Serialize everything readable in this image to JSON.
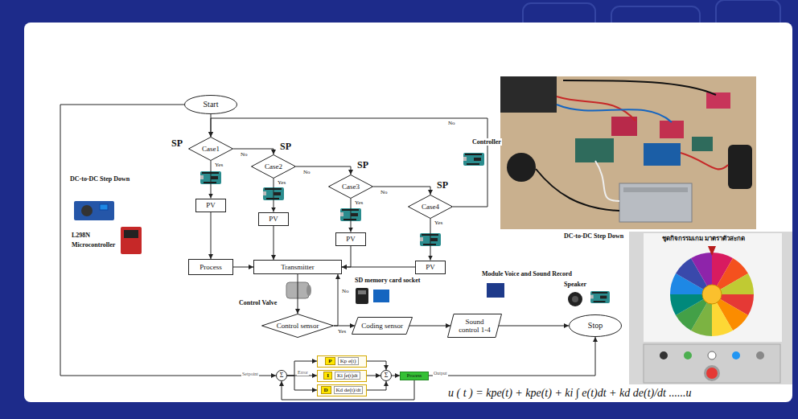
{
  "diagram": {
    "nodes": [
      {
        "text": [
          "Start"
        ]
      },
      {
        "text": [
          "Case1"
        ]
      },
      {
        "text": [
          "Case2"
        ]
      },
      {
        "text": [
          "Case3"
        ]
      },
      {
        "text": [
          "Case4"
        ]
      },
      {
        "text": [
          "PV"
        ]
      },
      {
        "text": [
          "PV"
        ]
      },
      {
        "text": [
          "PV"
        ]
      },
      {
        "text": [
          "PV"
        ]
      },
      {
        "text": [
          "Process"
        ]
      },
      {
        "text": [
          "Transmitter"
        ]
      },
      {
        "text": [
          "Control sensor"
        ]
      },
      {
        "text": [
          "Coding sensor"
        ]
      },
      {
        "text": [
          "Sound control 1-4"
        ]
      },
      {
        "text": [
          "Stop"
        ]
      },
      {
        "text": [
          "Σ"
        ]
      },
      {
        "text": [
          "P",
          "Kp e(t)"
        ]
      },
      {
        "text": [
          "I",
          "Ki ∫e(t)dt"
        ]
      },
      {
        "text": [
          "D",
          "Kd de(t)/dt"
        ]
      },
      {
        "text": [
          "Σ"
        ]
      },
      {
        "text": [
          "Process"
        ]
      }
    ],
    "edges": [
      {
        "from": 0,
        "to": 1,
        "arrow": "to"
      },
      {
        "from": 1,
        "to": 2,
        "label": "No",
        "arrow": "to"
      },
      {
        "from": 2,
        "to": 3,
        "label": "No",
        "arrow": "to"
      },
      {
        "from": 3,
        "to": 4,
        "label": "No",
        "arrow": "to"
      },
      {
        "from": 4,
        "to": 1,
        "label": "No",
        "arrow": "to"
      },
      {
        "from": 1,
        "to": 5,
        "label": "Yes",
        "arrow": "to"
      },
      {
        "from": 2,
        "to": 6,
        "label": "Yes",
        "arrow": "to"
      },
      {
        "from": 3,
        "to": 7,
        "label": "Yes",
        "arrow": "to"
      },
      {
        "from": 4,
        "to": 8,
        "label": "Yes",
        "arrow": "to"
      },
      {
        "from": 5,
        "to": 9,
        "arrow": "to"
      },
      {
        "from": 6,
        "to": 10,
        "arrow": "to"
      },
      {
        "from": 7,
        "to": 10,
        "arrow": "to"
      },
      {
        "from": 8,
        "to": 10,
        "arrow": "to"
      },
      {
        "from": 9,
        "to": 10,
        "arrow": "to"
      },
      {
        "from": 10,
        "to": 11,
        "arrow": "to"
      },
      {
        "from": 11,
        "to": 10,
        "label": "No",
        "arrow": "to"
      },
      {
        "from": 11,
        "to": 12,
        "label": "Yes",
        "arrow": "to"
      },
      {
        "from": 12,
        "to": 13,
        "arrow": "to"
      },
      {
        "from": 13,
        "to": 14,
        "arrow": "to"
      },
      {
        "from": 0,
        "to": 15,
        "label": "Setpoint",
        "arrow": "to"
      },
      {
        "from": 15,
        "to": 16,
        "arrow": "to"
      },
      {
        "from": 15,
        "to": 17,
        "label": "Error",
        "arrow": "to"
      },
      {
        "from": 15,
        "to": 18,
        "arrow": "to"
      },
      {
        "from": 16,
        "to": 19,
        "arrow": "to"
      },
      {
        "from": 17,
        "to": 19,
        "arrow": "to"
      },
      {
        "from": 18,
        "to": 19,
        "arrow": "to"
      },
      {
        "from": 19,
        "to": 20,
        "arrow": "to"
      },
      {
        "from": 20,
        "to": 14,
        "label": "Output",
        "arrow": "to"
      },
      {
        "from": 20,
        "to": 15,
        "arrow": "to"
      }
    ],
    "labels": [
      "SP",
      "SP",
      "SP",
      "SP",
      "DC-to-DC Step Down",
      "L298N",
      "Microcontroller",
      "Controller",
      "Control Valve",
      "SD memory card socket",
      "Module Voice and Sound Record",
      "Speaker",
      "DC-to-DC Step Down",
      "ชุดกิจกรรมเกม มาตราตัวสะกด",
      "u ( t ) = kpe(t) + kpe(t) + ki ∫ e(t)dt + kd de(t)/dt ......u"
    ]
  }
}
